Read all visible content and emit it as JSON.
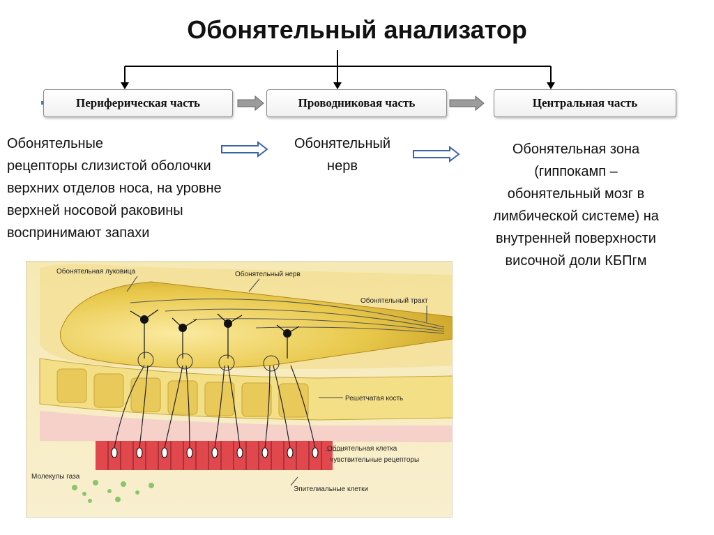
{
  "title": "Обонятельный анализатор",
  "parts": [
    {
      "label": "Периферическая часть"
    },
    {
      "label": "Проводниковая часть"
    },
    {
      "label": "Центральная часть"
    }
  ],
  "receptors": {
    "line1": "Обонятельные",
    "line2": "рецепторы слизистой оболочки",
    "line3": "верхних отделов носа, на уровне",
    "line4": "верхней носовой раковины",
    "line5": "воспринимают запахи"
  },
  "nerve": {
    "line1": "Обонятельный",
    "line2": "нерв"
  },
  "zone": {
    "line1": "Обонятельная зона",
    "line2": "(гиппокамп –",
    "line3": "обонятельный мозг в",
    "line4": "лимбической системе) на",
    "line5": "внутренней поверхности",
    "line6": "височной доли КБПгм"
  },
  "figure_labels": {
    "bulb": "Обонятельная луковица",
    "nerve": "Обонятельный нерв",
    "tract": "Обонятельный тракт",
    "bone": "Решетчатая кость",
    "cell": "Обонятельная клетка",
    "receptors": "чувствительные рецепторы",
    "gas": "Молекулы газа",
    "epithelium": "Эпителиальные клетки"
  },
  "colors": {
    "bulb": "#e8c84a",
    "bone": "#f3df86",
    "mucosa": "#f4c9c9",
    "cells": "#e0484e"
  }
}
